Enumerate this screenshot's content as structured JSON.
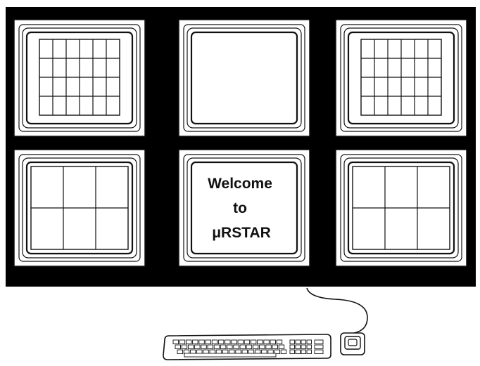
{
  "colors": {
    "wall_background": "#000000",
    "monitor_bezel": "#ffffff",
    "line": "#111111",
    "paper": "#ffffff"
  },
  "wall": {
    "rows": 2,
    "columns": 3,
    "monitors": [
      {
        "position": "top-left",
        "screen": "grid-4x6"
      },
      {
        "position": "top-center",
        "screen": "blank"
      },
      {
        "position": "top-right",
        "screen": "grid-4x6"
      },
      {
        "position": "bottom-left",
        "screen": "grid-2x3"
      },
      {
        "position": "bottom-center",
        "screen": "welcome"
      },
      {
        "position": "bottom-right",
        "screen": "grid-2x3"
      }
    ]
  },
  "welcome_screen": {
    "line1": "Welcome",
    "line2": "to",
    "line3": "μRSTAR"
  },
  "peripherals": {
    "keyboard_icon": "keyboard-icon",
    "mouse_icon": "mouse-icon",
    "cable": "mouse-cable"
  }
}
